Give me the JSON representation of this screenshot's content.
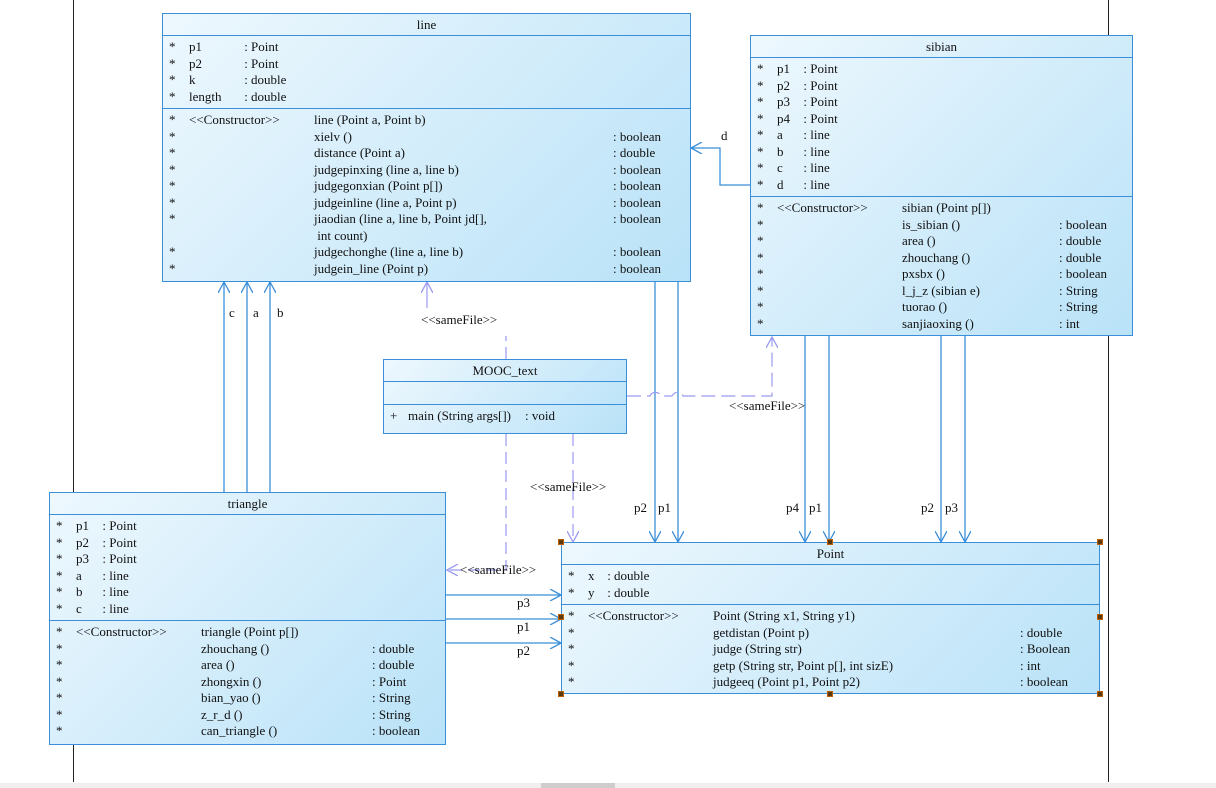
{
  "colors": {
    "border": "#3a8fd8",
    "connector": "#3a8fd8",
    "dependency": "#9a9af0",
    "handle": "#c06000"
  },
  "classes": {
    "line": {
      "name": "line",
      "attributes": [
        {
          "vis": "*",
          "name": "p1",
          "type": ": Point"
        },
        {
          "vis": "*",
          "name": "p2",
          "type": ": Point"
        },
        {
          "vis": "*",
          "name": "k",
          "type": ": double"
        },
        {
          "vis": "*",
          "name": "length",
          "type": ": double"
        }
      ],
      "methods": [
        {
          "vis": "*",
          "stereo": "<<Constructor>>",
          "sig": "line (Point a, Point b)",
          "ret": ""
        },
        {
          "vis": "*",
          "stereo": "",
          "sig": "xielv ()",
          "ret": ": boolean"
        },
        {
          "vis": "*",
          "stereo": "",
          "sig": "distance (Point a)",
          "ret": ": double"
        },
        {
          "vis": "*",
          "stereo": "",
          "sig": "judgepinxing (line a, line b)",
          "ret": ": boolean"
        },
        {
          "vis": "*",
          "stereo": "",
          "sig": "judgegonxian (Point p[])",
          "ret": ": boolean"
        },
        {
          "vis": "*",
          "stereo": "",
          "sig": "judgeinline (line a, Point p)",
          "ret": ": boolean"
        },
        {
          "vis": "*",
          "stereo": "",
          "sig": "jiaodian (line a, line b, Point jd[],",
          "ret": ": boolean"
        },
        {
          "vis": "",
          "stereo": "",
          "sig": " int count)",
          "ret": ""
        },
        {
          "vis": "*",
          "stereo": "",
          "sig": "judgechonghe (line a, line b)",
          "ret": ": boolean"
        },
        {
          "vis": "*",
          "stereo": "",
          "sig": "judgein_line (Point p)",
          "ret": ": boolean"
        }
      ]
    },
    "sibian": {
      "name": "sibian",
      "attributes": [
        {
          "vis": "*",
          "name": "p1",
          "type": ": Point"
        },
        {
          "vis": "*",
          "name": "p2",
          "type": ": Point"
        },
        {
          "vis": "*",
          "name": "p3",
          "type": ": Point"
        },
        {
          "vis": "*",
          "name": "p4",
          "type": ": Point"
        },
        {
          "vis": "*",
          "name": "a",
          "type": ": line"
        },
        {
          "vis": "*",
          "name": "b",
          "type": ": line"
        },
        {
          "vis": "*",
          "name": "c",
          "type": ": line"
        },
        {
          "vis": "*",
          "name": "d",
          "type": ": line"
        }
      ],
      "methods": [
        {
          "vis": "*",
          "stereo": "<<Constructor>>",
          "sig": "sibian (Point p[])",
          "ret": ""
        },
        {
          "vis": "*",
          "stereo": "",
          "sig": "is_sibian ()",
          "ret": ": boolean"
        },
        {
          "vis": "*",
          "stereo": "",
          "sig": "area ()",
          "ret": ": double"
        },
        {
          "vis": "*",
          "stereo": "",
          "sig": "zhouchang ()",
          "ret": ": double"
        },
        {
          "vis": "*",
          "stereo": "",
          "sig": "pxsbx ()",
          "ret": ": boolean"
        },
        {
          "vis": "*",
          "stereo": "",
          "sig": "l_j_z (sibian e)",
          "ret": ": String"
        },
        {
          "vis": "*",
          "stereo": "",
          "sig": "tuorao ()",
          "ret": ": String"
        },
        {
          "vis": "*",
          "stereo": "",
          "sig": "sanjiaoxing ()",
          "ret": ": int"
        }
      ]
    },
    "mooc": {
      "name": "MOOC_text",
      "attributes": [],
      "methods": [
        {
          "vis": "+",
          "stereo": "",
          "sig": "main (String args[])",
          "ret": ": void"
        }
      ]
    },
    "triangle": {
      "name": "triangle",
      "attributes": [
        {
          "vis": "*",
          "name": "p1",
          "type": ": Point"
        },
        {
          "vis": "*",
          "name": "p2",
          "type": ": Point"
        },
        {
          "vis": "*",
          "name": "p3",
          "type": ": Point"
        },
        {
          "vis": "*",
          "name": "a",
          "type": ": line"
        },
        {
          "vis": "*",
          "name": "b",
          "type": ": line"
        },
        {
          "vis": "*",
          "name": "c",
          "type": ": line"
        }
      ],
      "methods": [
        {
          "vis": "*",
          "stereo": "<<Constructor>>",
          "sig": "triangle (Point p[])",
          "ret": ""
        },
        {
          "vis": "*",
          "stereo": "",
          "sig": "zhouchang ()",
          "ret": ": double"
        },
        {
          "vis": "*",
          "stereo": "",
          "sig": "area ()",
          "ret": ": double"
        },
        {
          "vis": "*",
          "stereo": "",
          "sig": "zhongxin ()",
          "ret": ": Point"
        },
        {
          "vis": "*",
          "stereo": "",
          "sig": "bian_yao ()",
          "ret": ": String"
        },
        {
          "vis": "*",
          "stereo": "",
          "sig": "z_r_d ()",
          "ret": ": String"
        },
        {
          "vis": "*",
          "stereo": "",
          "sig": "can_triangle ()",
          "ret": ": boolean"
        }
      ]
    },
    "point": {
      "name": "Point",
      "attributes": [
        {
          "vis": "*",
          "name": "x",
          "type": ": double"
        },
        {
          "vis": "*",
          "name": "y",
          "type": ": double"
        }
      ],
      "methods": [
        {
          "vis": "*",
          "stereo": "<<Constructor>>",
          "sig": "Point (String x1, String y1)",
          "ret": ""
        },
        {
          "vis": "*",
          "stereo": "",
          "sig": "getdistan (Point p)",
          "ret": ": double"
        },
        {
          "vis": "*",
          "stereo": "",
          "sig": "judge (String str)",
          "ret": ": Boolean"
        },
        {
          "vis": "*",
          "stereo": "",
          "sig": "getp (String str, Point p[], int sizE)",
          "ret": ": int"
        },
        {
          "vis": "*",
          "stereo": "",
          "sig": "judgeeq (Point p1, Point p2)",
          "ret": ": boolean"
        }
      ]
    }
  },
  "labels": {
    "tri_line_c": "c",
    "tri_line_a": "a",
    "tri_line_b": "b",
    "sibian_line_d": "d",
    "line_point_p2": "p2",
    "line_point_p1": "p1",
    "sibian_point_p4": "p4",
    "sibian_point_p1": "p1",
    "sibian_point_p2": "p2",
    "sibian_point_p3": "p3",
    "tri_point_p3": "p3",
    "tri_point_p1": "p1",
    "tri_point_p2": "p2",
    "samefile_line": "<<sameFile>>",
    "samefile_sibian": "<<sameFile>>",
    "samefile_point": "<<sameFile>>",
    "samefile_triangle": "<<sameFile>>"
  }
}
